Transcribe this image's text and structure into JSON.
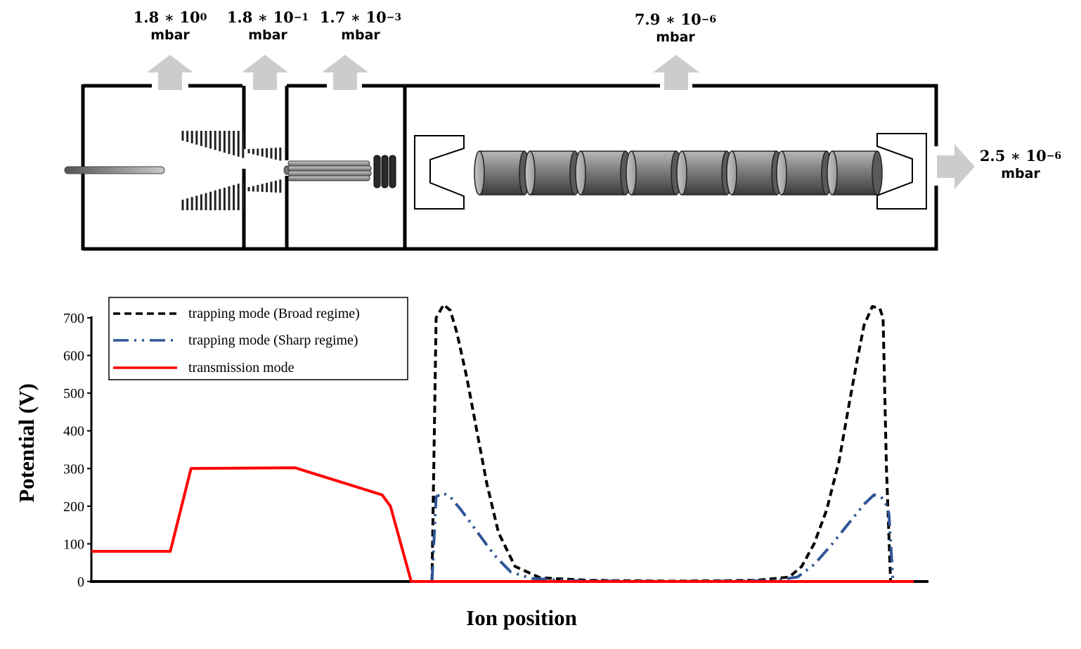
{
  "pressures": [
    {
      "base": "1.8 ∗ 10",
      "exp": "0",
      "unit": "mbar"
    },
    {
      "base": "1.8 ∗ 10",
      "exp": "−1",
      "unit": "mbar"
    },
    {
      "base": "1.7 ∗ 10",
      "exp": "−3",
      "unit": "mbar"
    },
    {
      "base": "7.9 ∗ 10",
      "exp": "−6",
      "unit": "mbar"
    },
    {
      "base": "2.5 ∗ 10",
      "exp": "−6",
      "unit": "mbar"
    }
  ],
  "chart_data": {
    "type": "line",
    "xlabel": "Ion position",
    "ylabel": "Potential (V)",
    "ylim": [
      0,
      700
    ],
    "y_ticks": [
      "0",
      "100",
      "200",
      "300",
      "400",
      "500",
      "600",
      "700"
    ],
    "legend": {
      "placement": "top-left",
      "entries": [
        {
          "label": "trapping mode (Broad regime)",
          "color": "#000000",
          "style": "dashed"
        },
        {
          "label": "trapping mode (Sharp regime)",
          "color": "#2f5597",
          "style": "dash-dot-dot"
        },
        {
          "label": "transmission mode",
          "color": "#ff0000",
          "style": "solid"
        }
      ]
    },
    "series": [
      {
        "key": "broad",
        "color": "#000000",
        "x": [
          0.41,
          0.415,
          0.424,
          0.432,
          0.44,
          0.452,
          0.464,
          0.476,
          0.49,
          0.51,
          0.54,
          0.6,
          0.7,
          0.8,
          0.84,
          0.855,
          0.87,
          0.885,
          0.9,
          0.912,
          0.922,
          0.93,
          0.94,
          0.949,
          0.953,
          0.957,
          0.962
        ],
        "y": [
          0,
          700,
          735,
          720,
          660,
          540,
          400,
          260,
          130,
          40,
          10,
          3,
          1,
          3,
          12,
          40,
          100,
          190,
          320,
          470,
          590,
          680,
          730,
          725,
          700,
          300,
          0
        ]
      },
      {
        "key": "sharp",
        "color": "#2f5597",
        "x": [
          0.41,
          0.415,
          0.423,
          0.432,
          0.445,
          0.465,
          0.485,
          0.505,
          0.53,
          0.58,
          0.7,
          0.82,
          0.85,
          0.87,
          0.89,
          0.91,
          0.93,
          0.942,
          0.95,
          0.955,
          0.96,
          0.965
        ],
        "y": [
          0,
          225,
          235,
          225,
          190,
          130,
          70,
          25,
          8,
          2,
          0,
          2,
          12,
          45,
          95,
          150,
          205,
          230,
          225,
          215,
          180,
          0
        ]
      },
      {
        "key": "transmission",
        "color": "#ff0000",
        "x": [
          0.0,
          0.095,
          0.12,
          0.245,
          0.35,
          0.36,
          0.385,
          0.39,
          0.6,
          0.99
        ],
        "y": [
          80,
          80,
          300,
          302,
          230,
          200,
          0,
          0,
          0,
          0
        ]
      }
    ]
  }
}
